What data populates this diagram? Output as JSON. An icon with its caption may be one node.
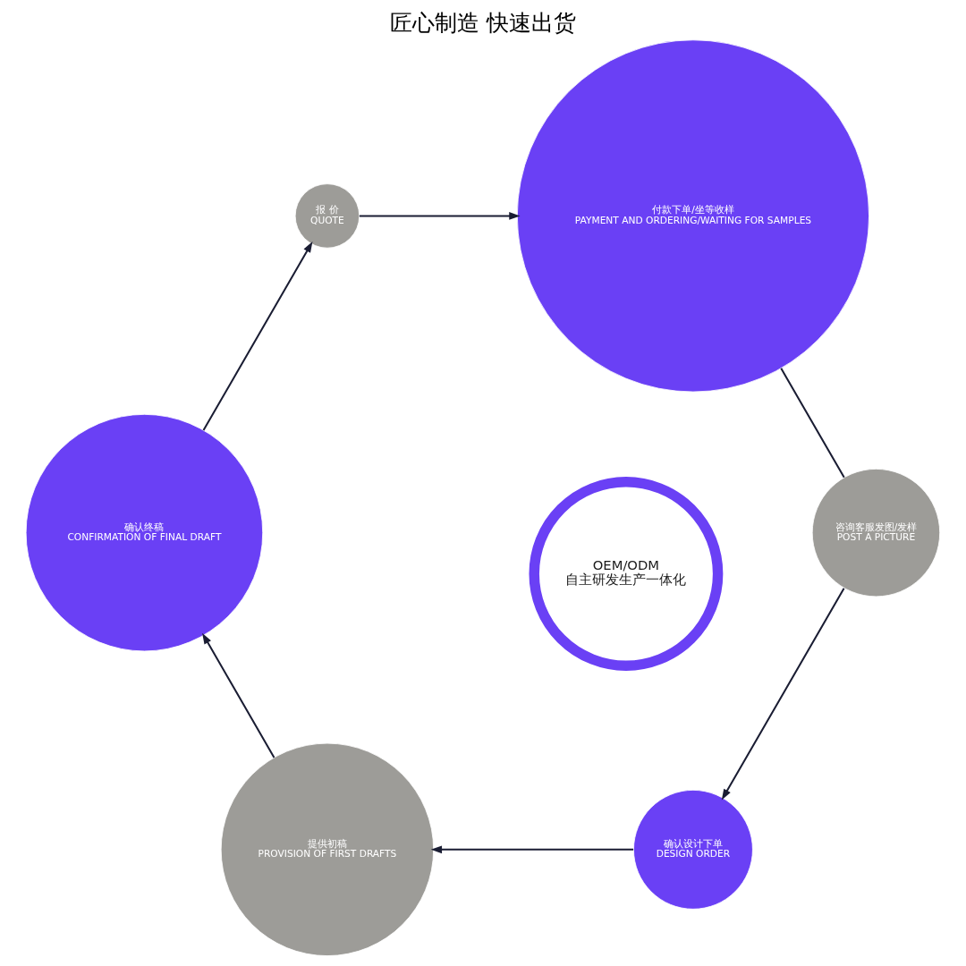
{
  "diagram": {
    "title": "匠心制造 快速出货",
    "nodes": [
      {
        "text": [
          "确认设计下单",
          "DESIGN ORDER"
        ]
      },
      {
        "text": [
          "咨询客服发图/发样",
          "POST A PICTURE"
        ]
      },
      {
        "text": [
          "提供初稿",
          "PROVISION OF FIRST DRAFTS"
        ]
      },
      {
        "text": [
          "OEM/ODM",
          "自主研发生产一体化"
        ]
      },
      {
        "text": [
          "付款下单/坐等收样",
          "PAYMENT AND ORDERING/WAITING FOR SAMPLES"
        ]
      },
      {
        "text": [
          "确认终稿",
          "CONFIRMATION OF FINAL DRAFT"
        ]
      },
      {
        "text": [
          "报 价",
          "QUOTE"
        ]
      }
    ],
    "edges": [
      {
        "from": 1,
        "to": 0,
        "arrow": "to"
      },
      {
        "from": 0,
        "to": 2,
        "arrow": "to"
      },
      {
        "from": 2,
        "to": 5,
        "arrow": "to"
      },
      {
        "from": 5,
        "to": 6,
        "arrow": "to"
      },
      {
        "from": 6,
        "to": 4,
        "arrow": "to"
      },
      {
        "from": 4,
        "to": 1,
        "arrow": "none"
      }
    ]
  }
}
